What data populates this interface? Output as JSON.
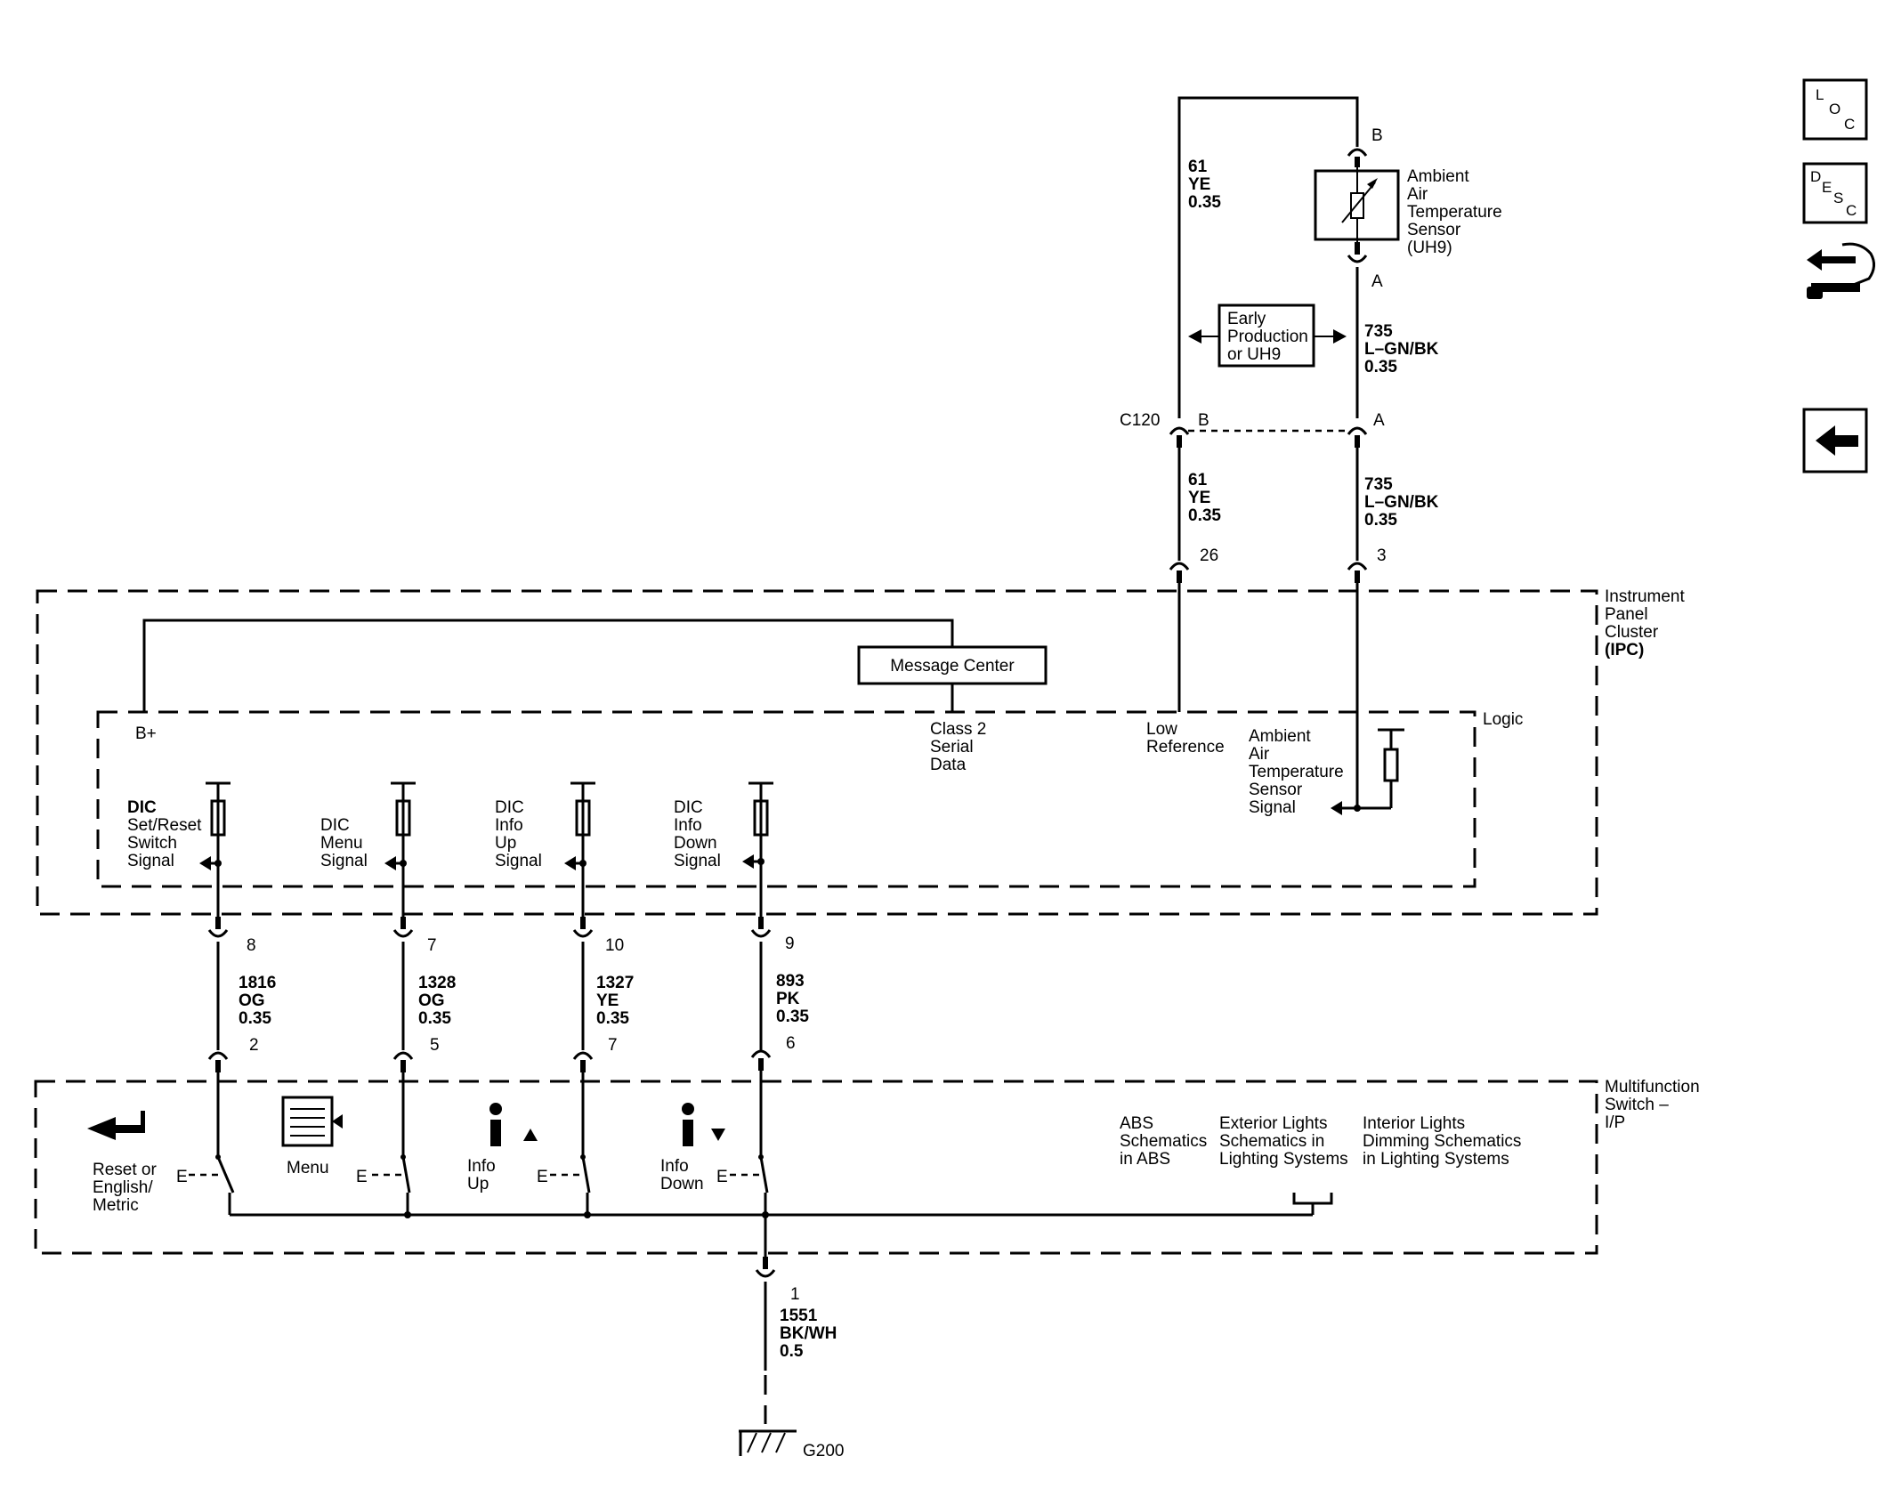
{
  "components": {
    "sensor": {
      "name": [
        "Ambient",
        "Air",
        "Temperature",
        "Sensor",
        "(UH9)"
      ]
    },
    "early_production": [
      "Early",
      "Production",
      "or UH9"
    ],
    "ipc": [
      "Instrument",
      "Panel",
      "Cluster",
      "(IPC)"
    ],
    "logic": "Logic",
    "message_center": "Message Center",
    "multifunction_switch": [
      "Multifunction",
      "Switch –",
      "I/P"
    ],
    "ground": "G200",
    "connector_c120": "C120"
  },
  "pins": {
    "sensor_b": "B",
    "sensor_a": "A",
    "c120_b": "B",
    "c120_a": "A",
    "ipc_26": "26",
    "ipc_3": "3",
    "ipc_8": "8",
    "ipc_7": "7",
    "ipc_10": "10",
    "ipc_9": "9",
    "mfs_2": "2",
    "mfs_5": "5",
    "mfs_7": "7",
    "mfs_6": "6",
    "mfs_1": "1"
  },
  "wires": {
    "w61_upper": [
      "61",
      "YE",
      "0.35"
    ],
    "w735_upper": [
      "735",
      "L–GN/BK",
      "0.35"
    ],
    "w61_lower": [
      "61",
      "YE",
      "0.35"
    ],
    "w735_lower": [
      "735",
      "L–GN/BK",
      "0.35"
    ],
    "w1816": [
      "1816",
      "OG",
      "0.35"
    ],
    "w1328": [
      "1328",
      "OG",
      "0.35"
    ],
    "w1327": [
      "1327",
      "YE",
      "0.35"
    ],
    "w893": [
      "893",
      "PK",
      "0.35"
    ],
    "w1551": [
      "1551",
      "BK/WH",
      "0.5"
    ]
  },
  "ipc_signals": {
    "bplus": "B+",
    "class2": [
      "Class 2",
      "Serial",
      "Data"
    ],
    "low_ref": [
      "Low",
      "Reference"
    ],
    "aat_signal": [
      "Ambient",
      "Air",
      "Temperature",
      "Sensor",
      "Signal"
    ],
    "dic_set_reset": [
      "DIC",
      "Set/Reset",
      "Switch",
      "Signal"
    ],
    "dic_menu": [
      "DIC",
      "Menu",
      "Signal"
    ],
    "dic_info_up": [
      "DIC",
      "Info",
      "Up",
      "Signal"
    ],
    "dic_info_down": [
      "DIC",
      "Info",
      "Down",
      "Signal"
    ]
  },
  "switches": {
    "reset": [
      "Reset or",
      "English/",
      "Metric"
    ],
    "menu": "Menu",
    "info_up": [
      "Info",
      "Up"
    ],
    "info_down": [
      "Info",
      "Down"
    ]
  },
  "references": {
    "abs": [
      "ABS",
      "Schematics",
      "in ABS"
    ],
    "exterior": [
      "Exterior Lights",
      "Schematics in",
      "Lighting Systems"
    ],
    "interior": [
      "Interior Lights",
      "Dimming Schematics",
      "in Lighting Systems"
    ]
  },
  "nav": {
    "loc_icon": [
      "L",
      "O",
      "C"
    ],
    "desc_icon": [
      "D",
      "E",
      "S",
      "C"
    ],
    "connector_icon": "connector-icon",
    "back_icon": "back-arrow-icon"
  }
}
